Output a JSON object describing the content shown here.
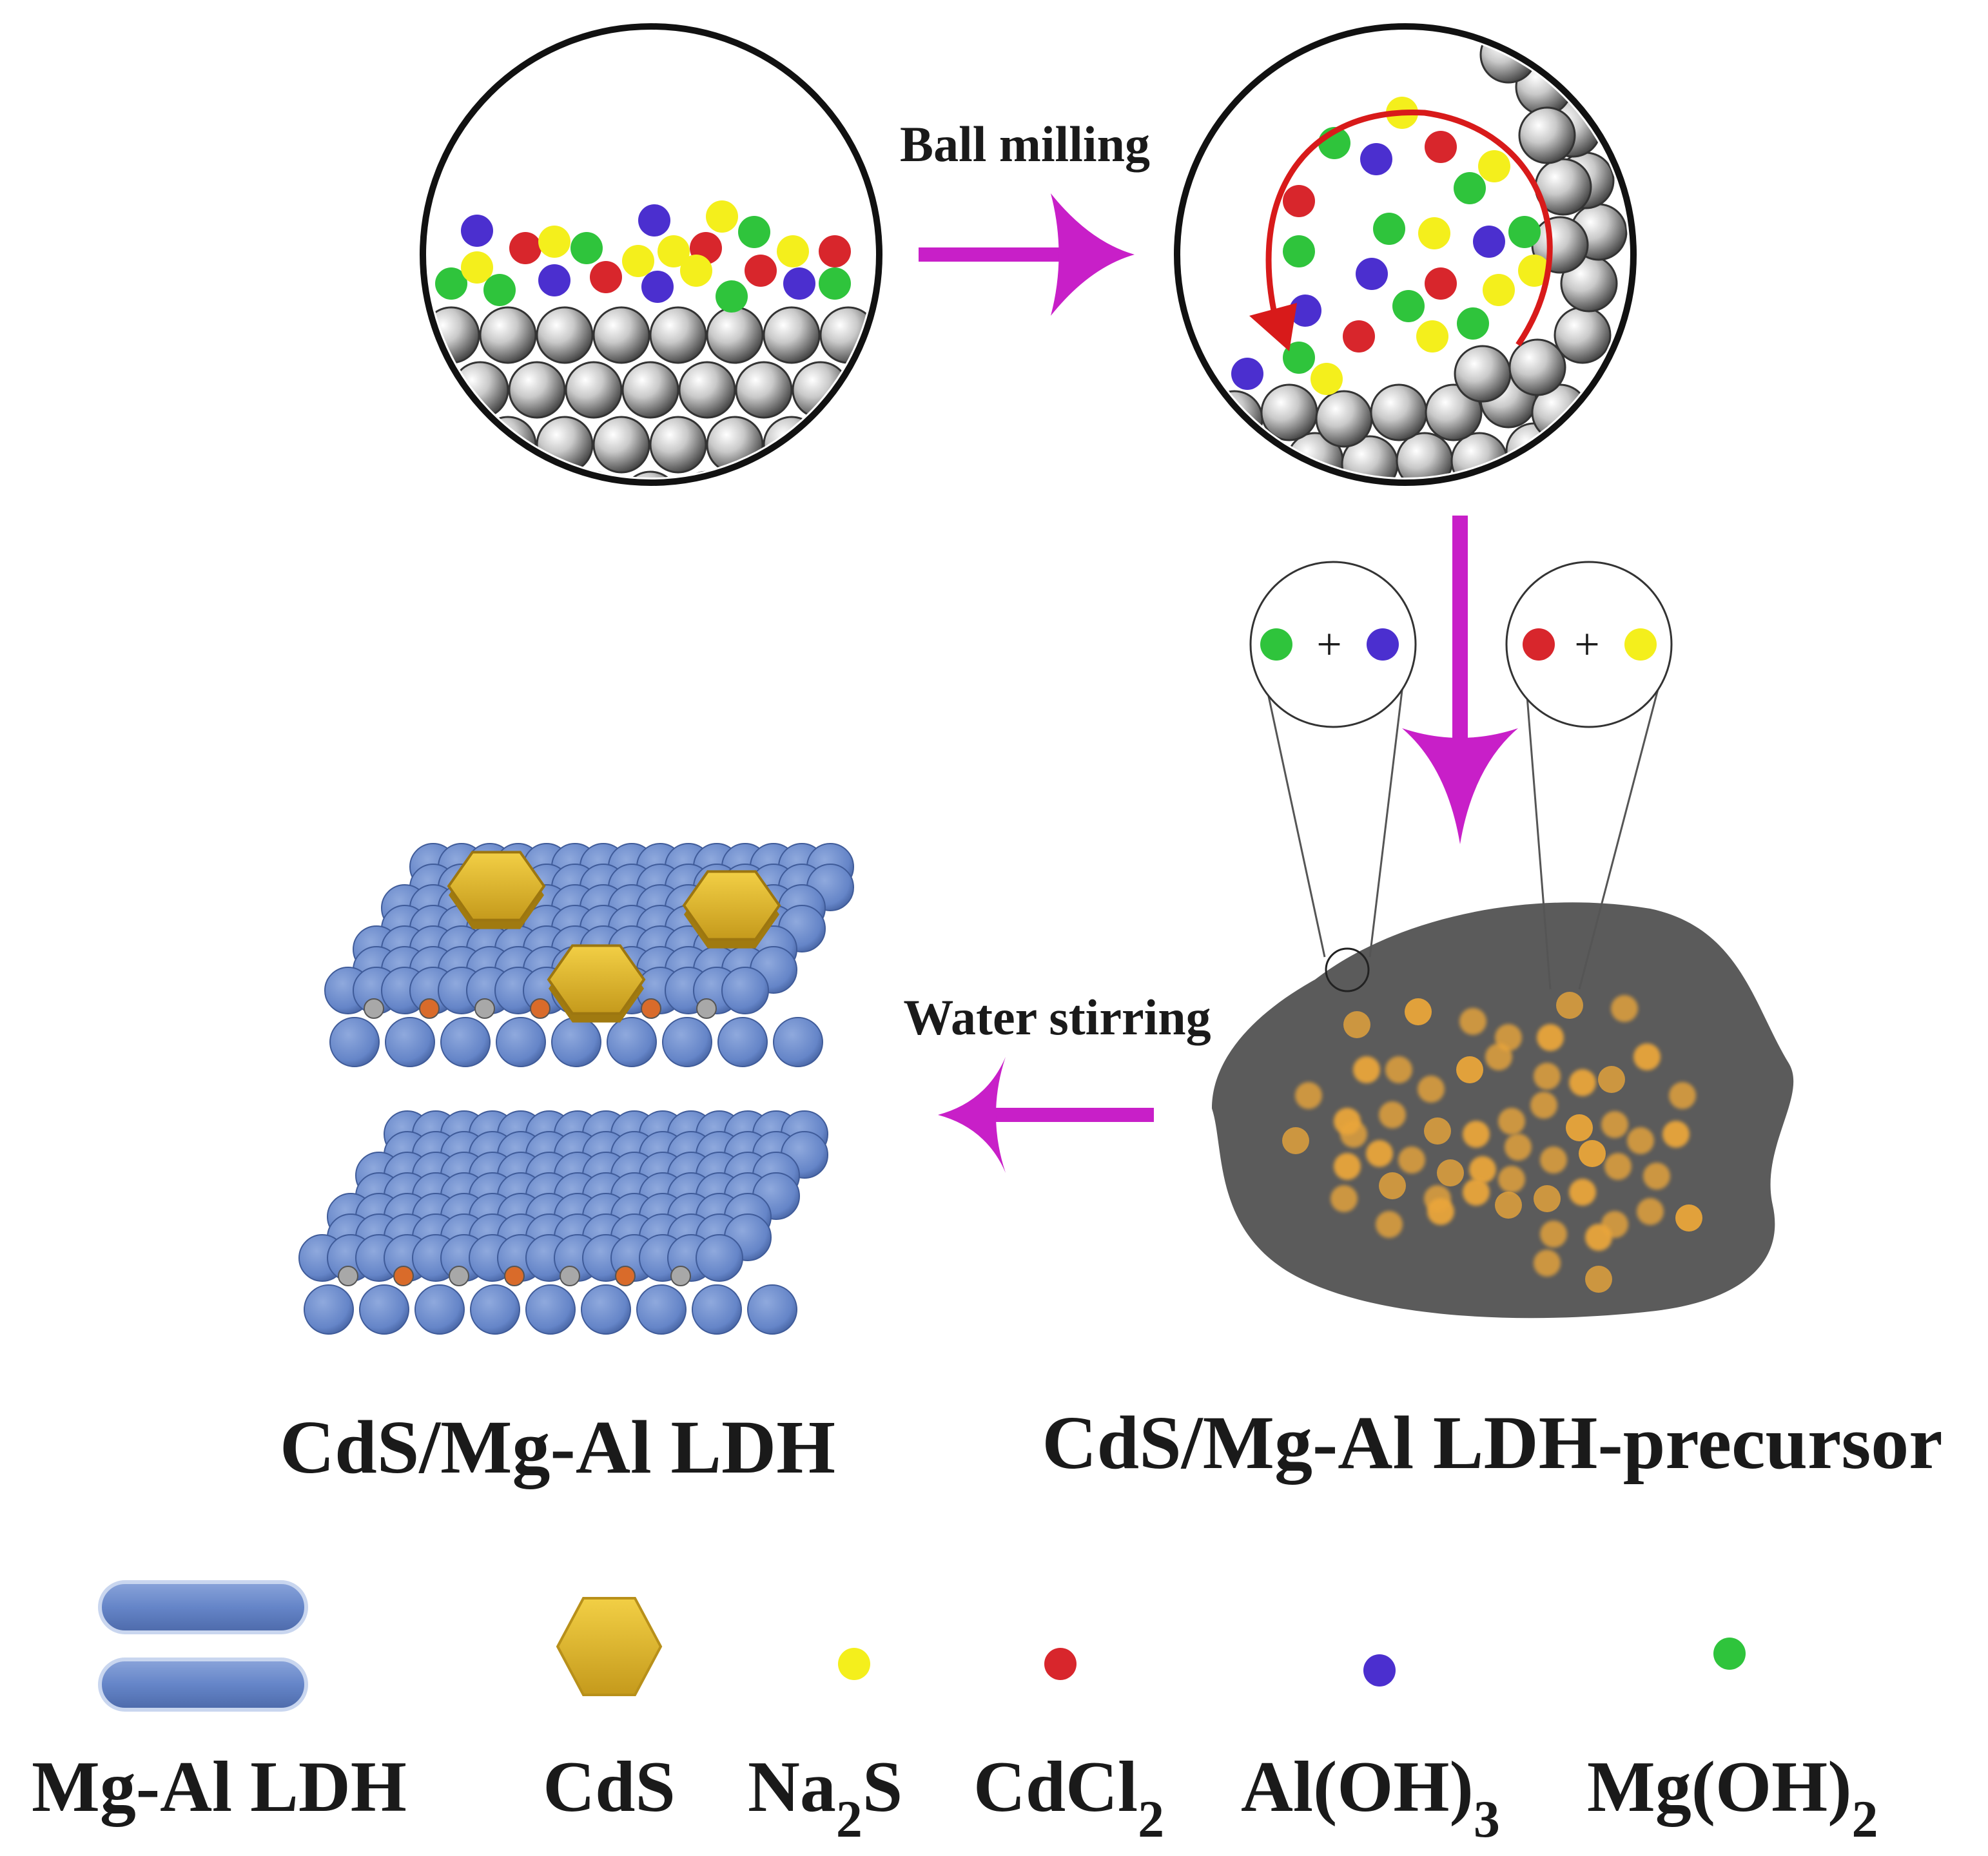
{
  "steps": {
    "ball_milling": "Ball milling",
    "water_stirring": "Water stirring"
  },
  "products": {
    "final": "CdS/Mg-Al LDH",
    "precursor": "CdS/Mg-Al LDH-precursor"
  },
  "reaction_pairs": {
    "plus": "+"
  },
  "legend": {
    "ldh": "Mg-Al LDH",
    "cds": "CdS",
    "na2s": {
      "base": "Na",
      "sub": "2",
      "tail": "S"
    },
    "cdcl2": {
      "base": "CdCl",
      "sub": "2"
    },
    "aloh3": {
      "base": "Al(OH)",
      "sub": "3"
    },
    "mgoh2": {
      "base": "Mg(OH)",
      "sub": "2"
    }
  },
  "colors": {
    "na2s": "#f4ef1c",
    "cdcl2": "#d8262c",
    "aloh3": "#4b2fcf",
    "mgoh2": "#2fc43c",
    "ldh": "#6585c8",
    "cds": "#d7ae2a",
    "arrow": "#c81fc8",
    "rotation_arrow": "#d81a1a",
    "precursor_body": "#5b5b5b",
    "precursor_particle": "#e9a53a"
  }
}
